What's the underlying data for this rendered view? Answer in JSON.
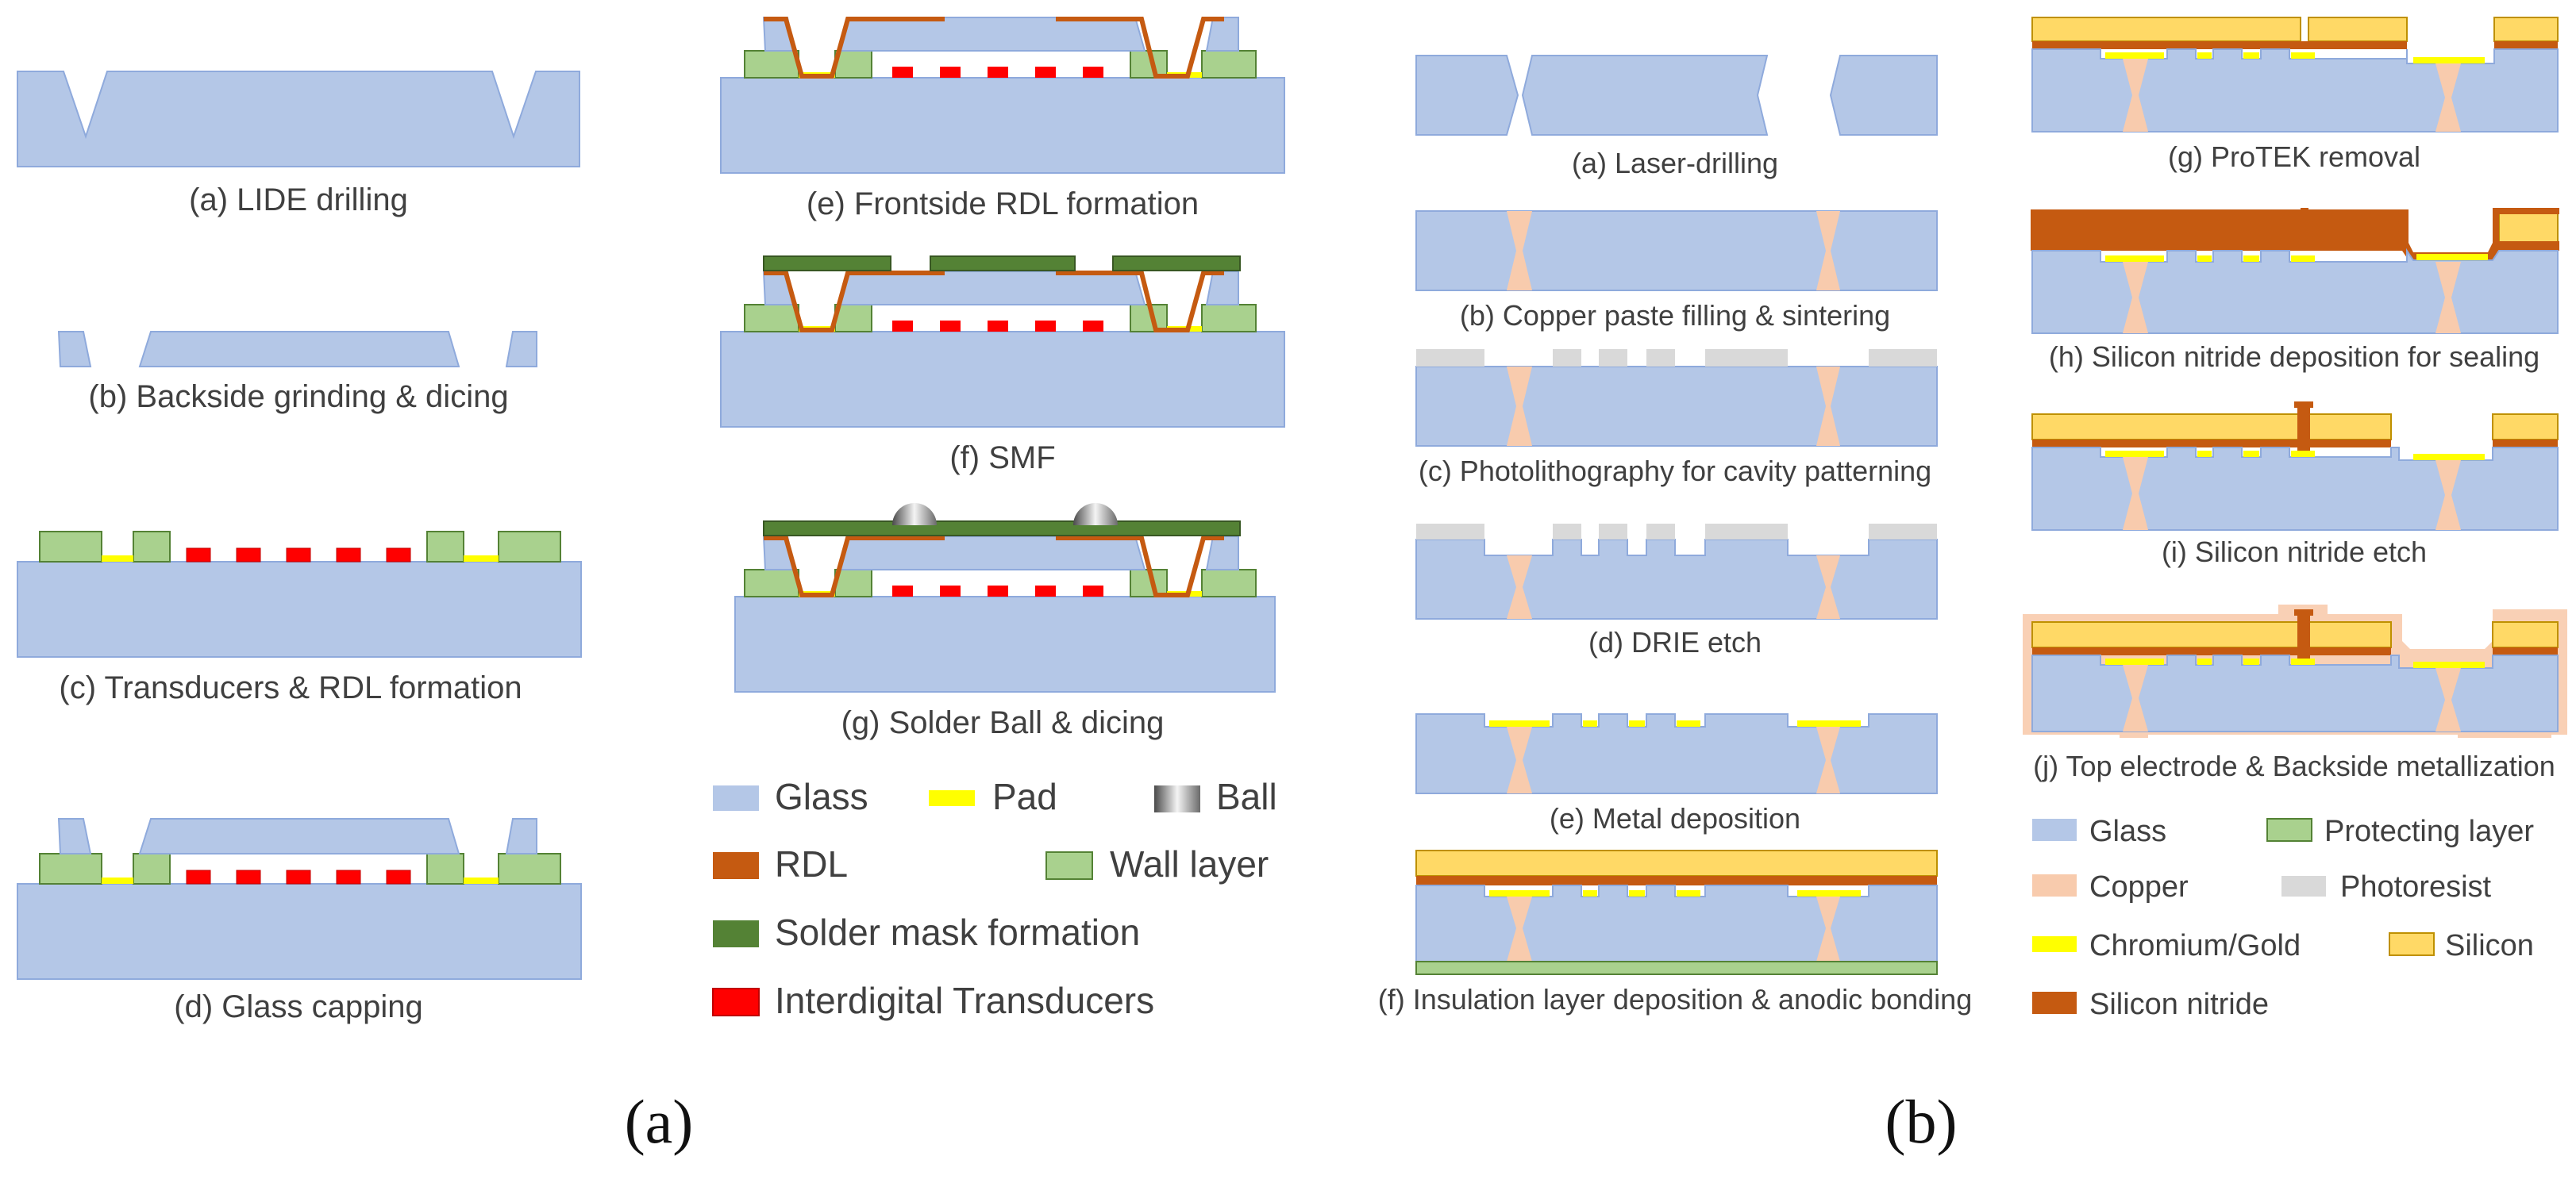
{
  "colors": {
    "glass": "#B4C7E7",
    "glass_stroke": "#8FAADC",
    "pad": "#FFFF00",
    "rdl": "#C55A11",
    "wall": "#A9D18E",
    "wall_stroke": "#548235",
    "solder_mask": "#548235",
    "idt": "#FF0000",
    "copper": "#F8CBAD",
    "photoresist": "#D9D9D9",
    "silicon": "#FFD966",
    "silicon_stroke": "#BF9000",
    "silicon_nitride": "#C55A11",
    "protecting_layer": "#A9D18E"
  },
  "panel_a": {
    "label": "(a)",
    "steps": {
      "a": "(a) LIDE drilling",
      "b": "(b) Backside grinding & dicing",
      "c": "(c) Transducers & RDL formation",
      "d": "(d) Glass capping",
      "e": "(e) Frontside RDL formation",
      "f": "(f) SMF",
      "g": "(g) Solder Ball & dicing"
    },
    "legend": {
      "glass": "Glass",
      "pad": "Pad",
      "ball": "Ball",
      "rdl": "RDL",
      "wall": "Wall layer",
      "solder_mask": "Solder mask formation",
      "idt": "Interdigital Transducers"
    }
  },
  "panel_b": {
    "label": "(b)",
    "steps": {
      "a": "(a) Laser-drilling",
      "b": "(b) Copper paste filling & sintering",
      "c": "(c) Photolithography for cavity patterning",
      "d": "(d) DRIE etch",
      "e": "(e) Metal deposition",
      "f": "(f) Insulation layer deposition & anodic bonding",
      "g": "(g) ProTEK removal",
      "h": "(h) Silicon nitride deposition for sealing",
      "i": "(i) Silicon nitride etch",
      "j": "(j) Top electrode & Backside metallization"
    },
    "legend": {
      "glass": "Glass",
      "protecting": "Protecting layer",
      "copper": "Copper",
      "photoresist": "Photoresist",
      "cr_au": "Chromium/Gold",
      "silicon": "Silicon",
      "sin": "Silicon nitride"
    }
  }
}
